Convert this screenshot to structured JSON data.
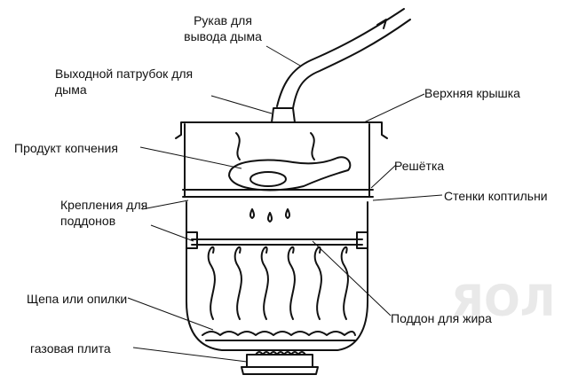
{
  "labels": {
    "sleeve": "Рукав для\nвывода дыма",
    "outlet": "Выходной патрубок для\nдыма",
    "top_lid": "Верхняя крышка",
    "product": "Продукт копчения",
    "grid": "Решётка",
    "walls": "Стенки коптильни",
    "mounts": "Крепления для\nподдонов",
    "chips": "Щепа или опилки",
    "fat_tray": "Поддон для жира",
    "gas_stove": "газовая плита"
  },
  "watermark": "ЯОЛ",
  "colors": {
    "ink": "#111111",
    "bg": "#ffffff",
    "watermark": "#e9e9e9"
  }
}
